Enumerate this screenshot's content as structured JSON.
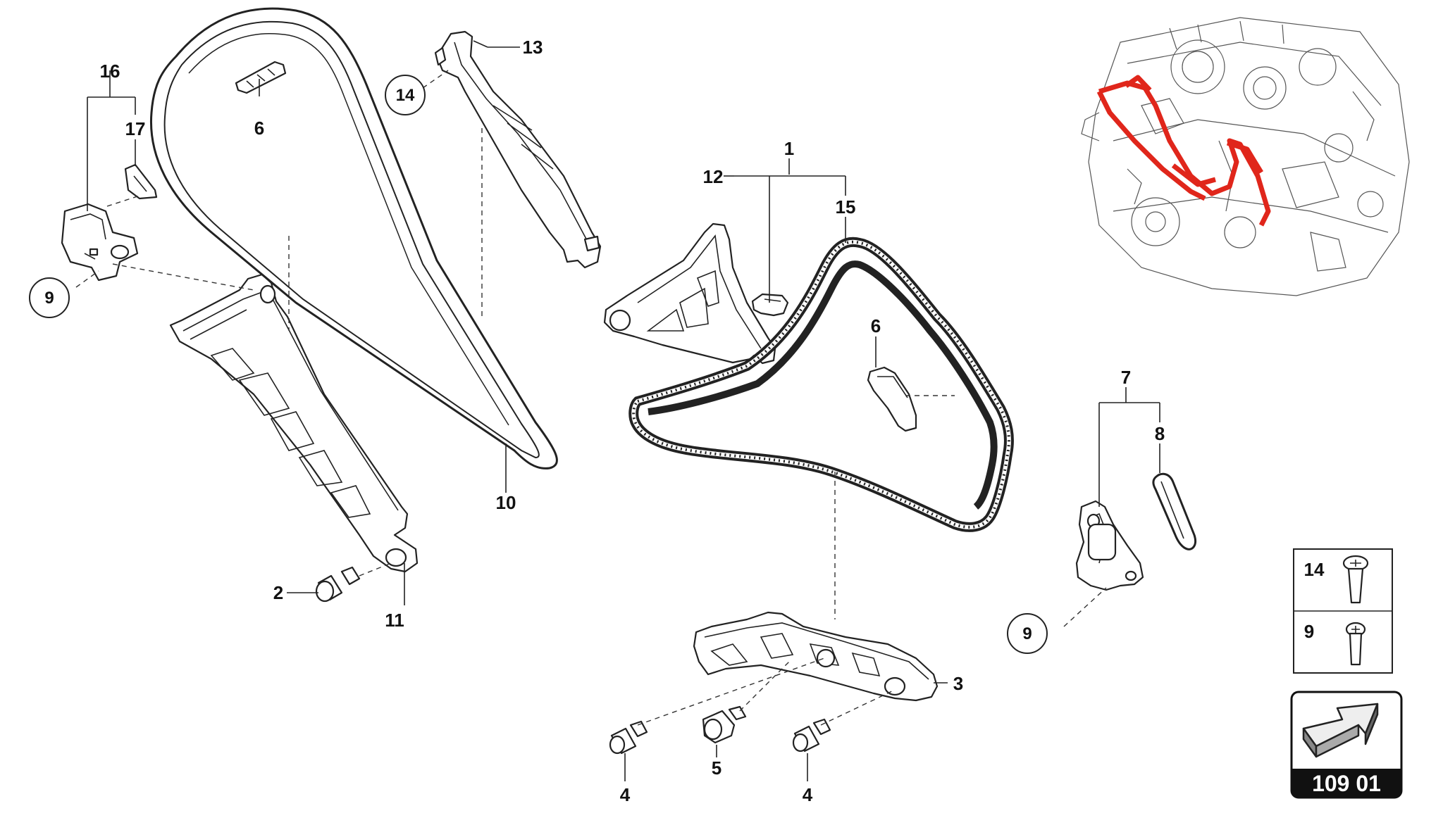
{
  "diagram": {
    "labels": [
      {
        "id": "label-1",
        "text": "1"
      },
      {
        "id": "label-2",
        "text": "2"
      },
      {
        "id": "label-3",
        "text": "3"
      },
      {
        "id": "label-4a",
        "text": "4"
      },
      {
        "id": "label-4b",
        "text": "4"
      },
      {
        "id": "label-5",
        "text": "5"
      },
      {
        "id": "label-6a",
        "text": "6"
      },
      {
        "id": "label-6b",
        "text": "6"
      },
      {
        "id": "label-7",
        "text": "7"
      },
      {
        "id": "label-8",
        "text": "8"
      },
      {
        "id": "label-10",
        "text": "10"
      },
      {
        "id": "label-11",
        "text": "11"
      },
      {
        "id": "label-12",
        "text": "12"
      },
      {
        "id": "label-13",
        "text": "13"
      },
      {
        "id": "label-15",
        "text": "15"
      },
      {
        "id": "label-16",
        "text": "16"
      },
      {
        "id": "label-17",
        "text": "17"
      }
    ],
    "circled_labels": [
      {
        "id": "circle-14",
        "text": "14"
      },
      {
        "id": "circle-9a",
        "text": "9"
      },
      {
        "id": "circle-9b",
        "text": "9"
      }
    ],
    "reference_box": {
      "rows": [
        {
          "label": "14",
          "icon": "bolt-flanged-icon"
        },
        {
          "label": "9",
          "icon": "bolt-torx-icon"
        }
      ]
    },
    "navigation": {
      "page_number": "109 01",
      "icon": "next-arrow-icon"
    },
    "colors": {
      "highlight": "#e0261b",
      "line": "#222222",
      "nav_bar": "#111111"
    }
  }
}
